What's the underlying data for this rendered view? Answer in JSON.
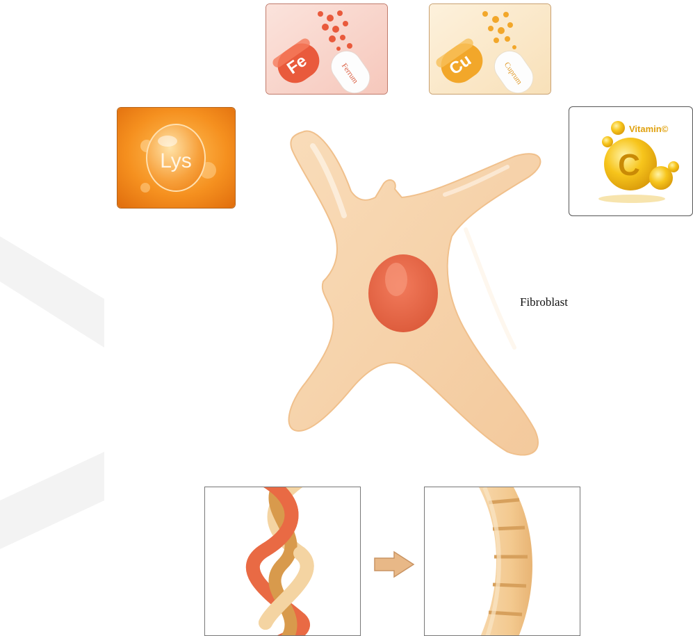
{
  "lys": {
    "label": "Lys"
  },
  "fe": {
    "symbol": "Fe",
    "name": "Ferrum"
  },
  "cu": {
    "symbol": "Cu",
    "name": "Cuprum"
  },
  "vitamin_c": {
    "label": "Vitamin©",
    "letter": "C"
  },
  "cell": {
    "label": "Fibroblast"
  },
  "colors": {
    "cell_body": "#f6d4ad",
    "nucleus": "#e8684a",
    "lys_orange": "#f28a1c",
    "fe_red": "#e95a3c",
    "cu_gold": "#f2a72a",
    "vitamin_gold": "#f5c21a"
  }
}
